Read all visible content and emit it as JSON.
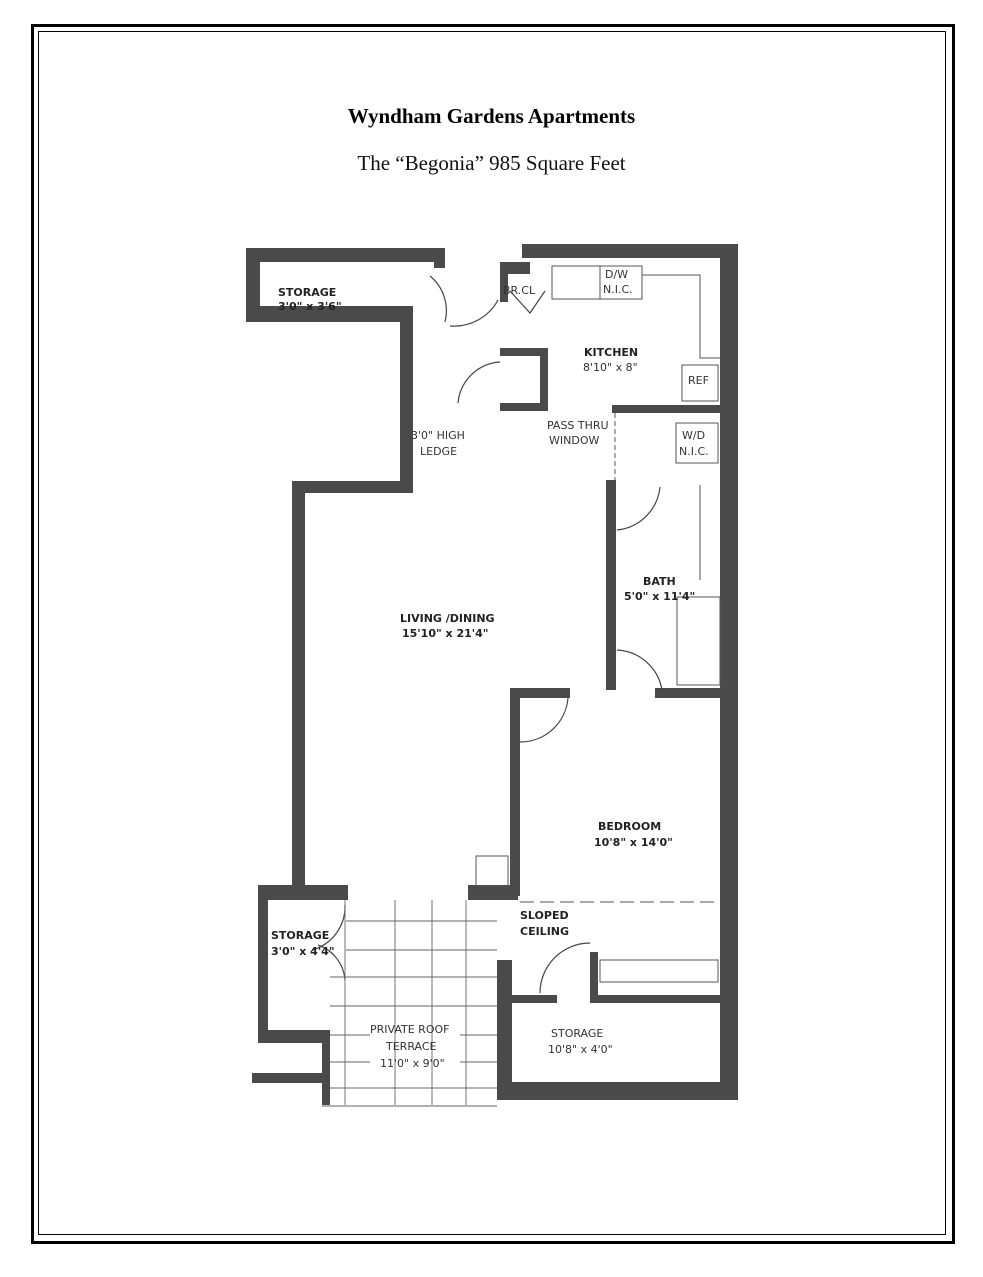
{
  "header": {
    "title": "Wyndham Gardens Apartments",
    "subtitle": "The “Begonia” 985 Square Feet"
  },
  "floorplan": {
    "wall_color": "#4a4a4a",
    "rooms": {
      "storage_top": {
        "name": "STORAGE",
        "size": "3'0\" x 3'6\""
      },
      "bath_closet": {
        "name": "BR.CL"
      },
      "kitchen": {
        "name": "KITCHEN",
        "size": "8'10\" x 8\""
      },
      "dishwasher": {
        "line1": "D/W",
        "line2": "N.I.C."
      },
      "refrigerator": {
        "name": "REF"
      },
      "ledge": {
        "line1": "3'0\" HIGH",
        "line2": "LEDGE"
      },
      "pass_thru": {
        "line1": "PASS THRU",
        "line2": "WINDOW"
      },
      "washer_dryer": {
        "line1": "W/D",
        "line2": "N.I.C."
      },
      "bath": {
        "name": "BATH",
        "size": "5'0\" x 11'4\""
      },
      "living": {
        "name": "LIVING /DINING",
        "size": "15'10\" x 21'4\""
      },
      "bedroom": {
        "name": "BEDROOM",
        "size": "10'8\" x 14'0\""
      },
      "storage_left": {
        "name": "STORAGE",
        "size": "3'0\" x 4'4\""
      },
      "sloped": {
        "line1": "SLOPED",
        "line2": "CEILING"
      },
      "terrace": {
        "line1": "PRIVATE ROOF",
        "line2": "TERRACE",
        "size": "11'0\" x 9'0\""
      },
      "storage_bottom": {
        "name": "STORAGE",
        "size": "10'8\" x 4'0\""
      }
    }
  }
}
